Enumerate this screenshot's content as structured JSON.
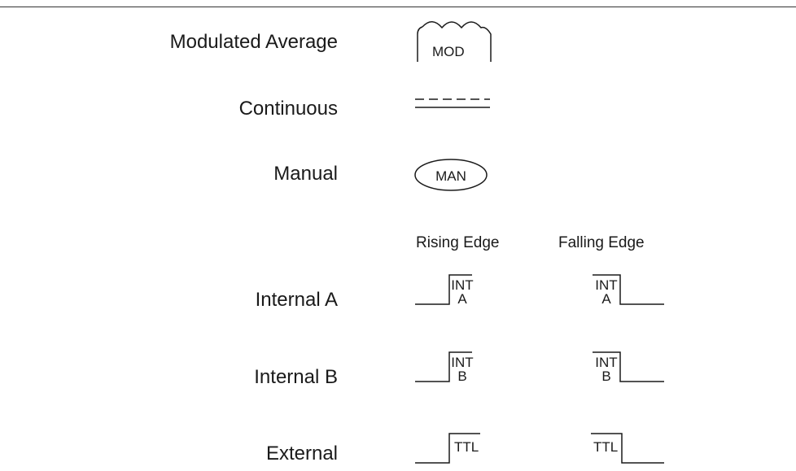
{
  "rows": {
    "modulated": "Modulated Average",
    "continuous": "Continuous",
    "manual": "Manual",
    "internal_a": "Internal A",
    "internal_b": "Internal B",
    "external": "External"
  },
  "columns": {
    "rising": "Rising Edge",
    "falling": "Falling Edge"
  },
  "symbols": {
    "mod": "MOD",
    "man": "MAN",
    "int": "INT",
    "a": "A",
    "b": "B",
    "ttl": "TTL"
  }
}
